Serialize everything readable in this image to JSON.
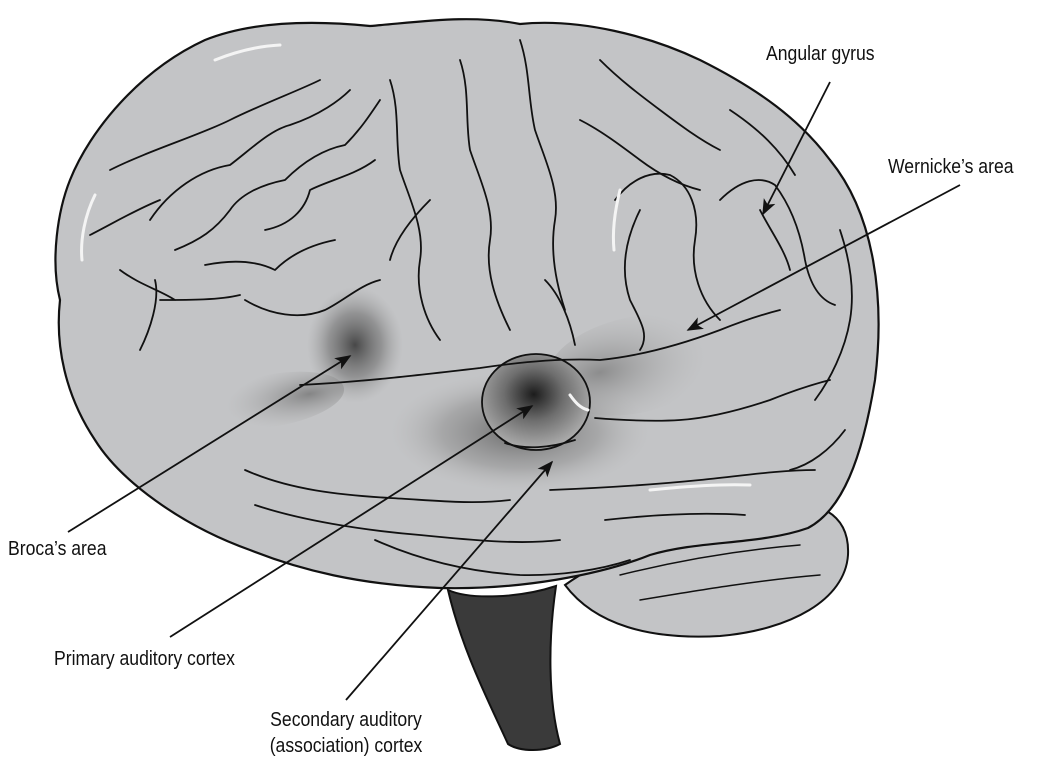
{
  "colors": {
    "brain_fill": "#c3c4c6",
    "outline": "#111111",
    "brainstem": "#3a3a3a",
    "highlight": "#f4f4f4",
    "shade": "#2c2c2c"
  },
  "labels": {
    "angular_gyrus": "Angular gyrus",
    "wernicke": "Wernicke’s area",
    "broca": "Broca’s area",
    "primary_auditory": "Primary auditory cortex",
    "secondary_auditory_line1": "Secondary auditory",
    "secondary_auditory_line2": "(association) cortex"
  }
}
